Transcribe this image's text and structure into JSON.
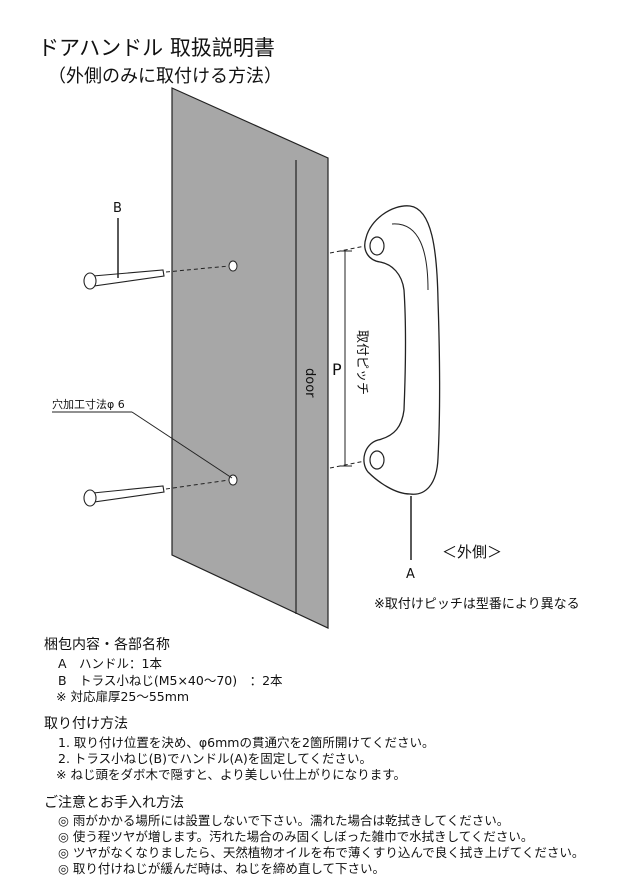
{
  "title": "ドアハンドル 取扱説明書",
  "subtitle": "（外側のみに取付ける方法）",
  "figure": {
    "label_b": "B",
    "label_a": "A",
    "label_p": "P",
    "label_door": "door",
    "label_hole": "穴加工寸法φ 6",
    "label_pitch": "取付ピッチ",
    "label_outside": "＜外側＞",
    "note_pitch": "※取付けピッチは型番により異なる"
  },
  "contents": {
    "heading": "梱包内容・各部名称",
    "line_a": "A　ハンドル：1本",
    "line_b": "B　トラス小ねじ(M5×40～70)　：2本",
    "line_note": "※ 対応扉厚25～55mm"
  },
  "install": {
    "heading": "取り付け方法",
    "step1": "1. 取り付け位置を決め、φ6mmの貫通穴を2箇所開けてください。",
    "step2": "2. トラス小ねじ(B)でハンドル(A)を固定してください。",
    "note": "※ ねじ頭をダボ木で隠すと、より美しい仕上がりになります。"
  },
  "care": {
    "heading": "ご注意とお手入れ方法",
    "items": [
      "◎ 雨がかかる場所には設置しないで下さい。濡れた場合は乾拭きしてください。",
      "◎ 使う程ツヤが増します。汚れた場合のみ固くしぼった雑巾で水拭きしてください。",
      "◎ ツヤがなくなりましたら、天然植物オイルを布で薄くすり込んで良く拭き上げてください。",
      "◎ 取り付けねじが緩んだ時は、ねじを締め直して下さい。"
    ]
  }
}
